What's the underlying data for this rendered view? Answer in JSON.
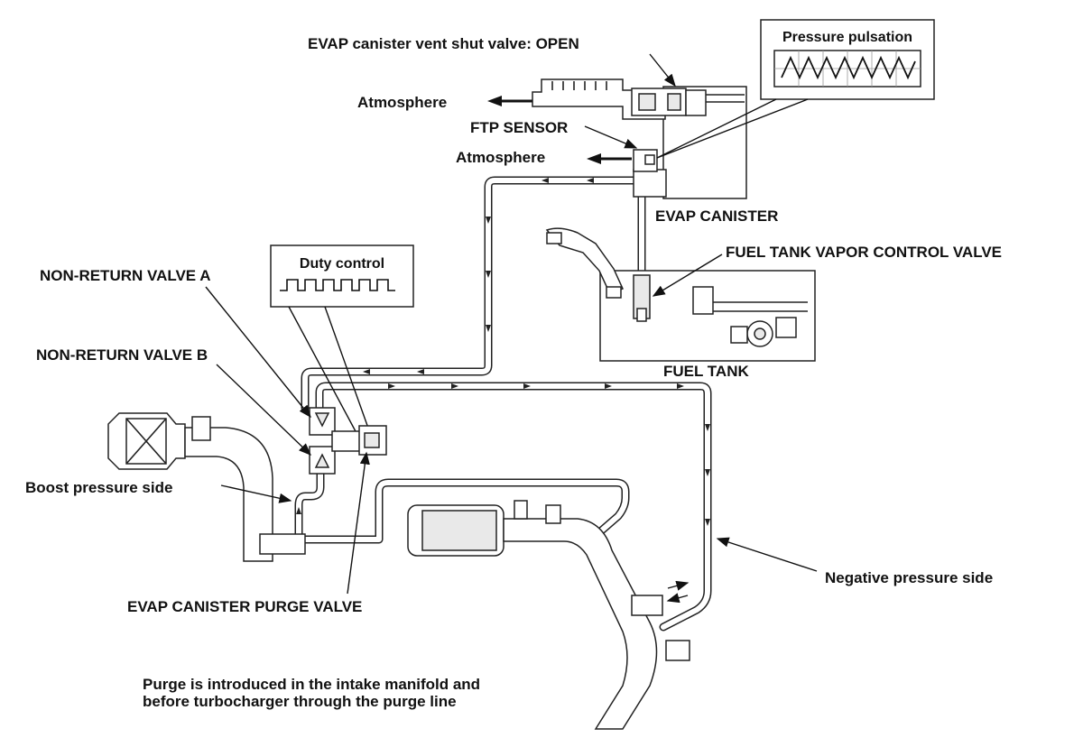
{
  "labels": {
    "vent_shut_valve": "EVAP canister vent shut valve: OPEN",
    "pressure_pulsation": "Pressure pulsation",
    "atmosphere_top": "Atmosphere",
    "ftp_sensor": "FTP SENSOR",
    "atmosphere_mid": "Atmosphere",
    "evap_canister": "EVAP CANISTER",
    "fuel_tank_vapor_control_valve": "FUEL TANK VAPOR CONTROL VALVE",
    "duty_control": "Duty control",
    "non_return_valve_a": "NON-RETURN VALVE A",
    "non_return_valve_b": "NON-RETURN VALVE B",
    "fuel_tank": "FUEL TANK",
    "boost_pressure_side": "Boost pressure side",
    "negative_pressure_side": "Negative pressure side",
    "purge_valve": "EVAP CANISTER PURGE VALVE",
    "note_line1": "Purge is introduced in the intake manifold and",
    "note_line2": "before turbocharger through the purge line"
  }
}
